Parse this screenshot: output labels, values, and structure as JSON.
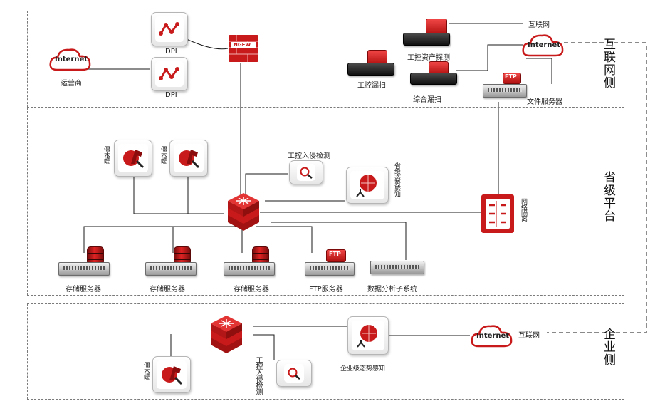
{
  "zones": {
    "internet_side": "互联网侧",
    "provincial": "省级平台",
    "enterprise": "企业侧"
  },
  "labels": {
    "dpi": "DPI",
    "ngfw": "NGFW",
    "internet": "Internet",
    "operator": "运营商",
    "internet_top": "互联网",
    "ics_asset_probe": "工控资产探测",
    "ics_scan": "工控漏扫",
    "integrated_scan": "综合漏扫",
    "file_server": "文件服务器",
    "ftp": "FTP",
    "trojan": "僵木蠕",
    "ics_ids": "工控入侵检测",
    "situational_awareness": "省级态势感知",
    "network_gatekeeper": "网络隔离",
    "storage_server": "存储服务器",
    "ftp_server": "FTP服务器",
    "data_analysis": "数据分析子系统",
    "enterprise_ids": "工控入侵检测",
    "enterprise_sa": "企业级态势感知",
    "internet_enterprise": "互联网"
  },
  "colors": {
    "brand_red": "#c81a1a",
    "line": "#1a1a1a",
    "dashed": "#7a7a7a"
  },
  "icons": [
    "router-icon",
    "trojan-horse-icon",
    "magnifier-icon",
    "radar-globe-icon",
    "cloud-icon",
    "firewall-icon",
    "server-icon",
    "database-icon"
  ]
}
